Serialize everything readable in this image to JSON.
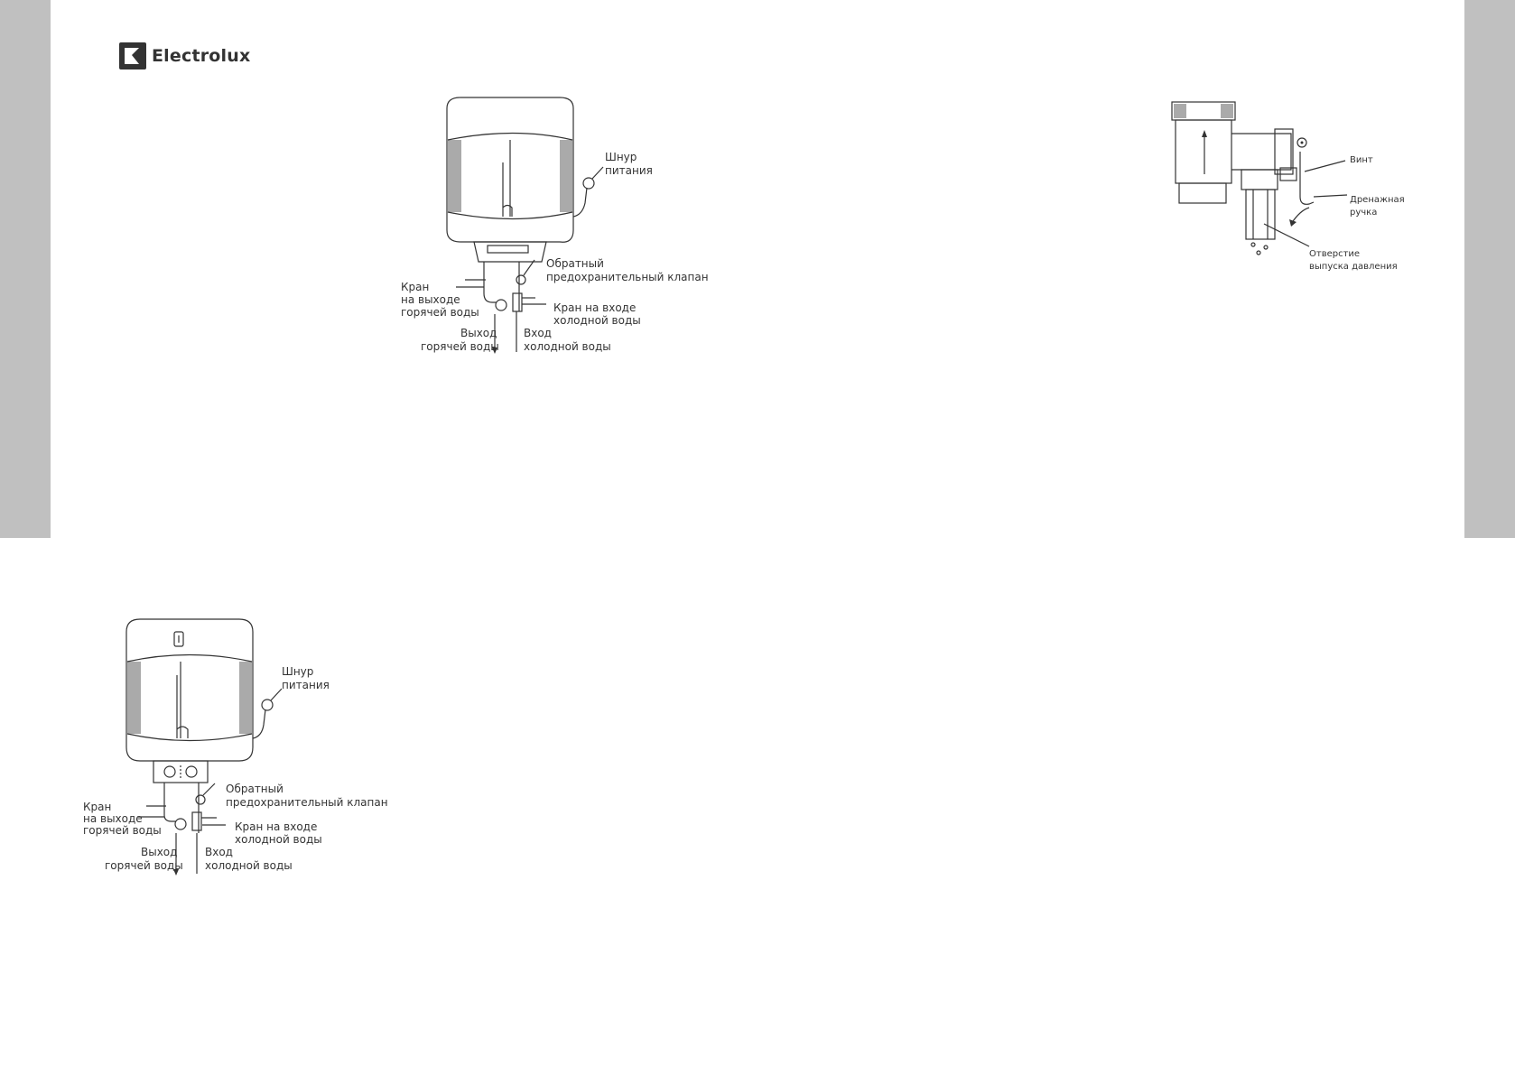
{
  "brand": {
    "name": "Electrolux"
  },
  "colors": {
    "gutter": "#c0c0c0",
    "ink": "#333333",
    "shade": "#aaaaaa"
  },
  "diagram_top": {
    "labels": {
      "power_cord": [
        "Шнур",
        "питания"
      ],
      "check_valve": [
        "Обратный",
        "предохранительный клапан"
      ],
      "hot_tap": [
        "Кран",
        "на выходе",
        "горячей воды"
      ],
      "cold_tap": [
        "Кран на входе",
        "холодной воды"
      ],
      "hot_out": [
        "Выход",
        "горячей воды"
      ],
      "cold_in": [
        "Вход",
        "холодной воды"
      ]
    }
  },
  "diagram_bottom": {
    "labels": {
      "power_cord": [
        "Шнур",
        "питания"
      ],
      "check_valve": [
        "Обратный",
        "предохранительный клапан"
      ],
      "hot_tap": [
        "Кран",
        "на выходе",
        "горячей воды"
      ],
      "cold_tap": [
        "Кран на входе",
        "холодной воды"
      ],
      "hot_out": [
        "Выход",
        "горячей воды"
      ],
      "cold_in": [
        "Вход",
        "холодной воды"
      ]
    }
  },
  "diagram_valve": {
    "labels": {
      "screw": [
        "Винт"
      ],
      "drain_handle": [
        "Дренажная",
        "ручка"
      ],
      "pressure_hole": [
        "Отверстие",
        "выпуска давления"
      ]
    }
  }
}
